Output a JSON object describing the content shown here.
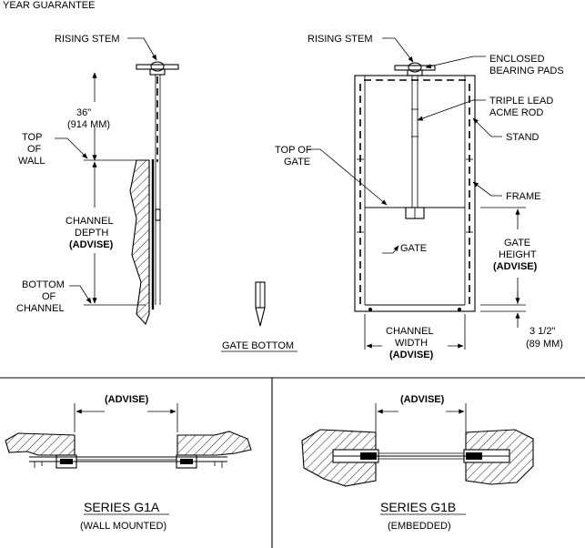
{
  "labels": {
    "year_guarantee": "YEAR GUARANTEE",
    "rising_stem_left": "RISING STEM",
    "rising_stem_right": "RISING STEM",
    "dim_36": "36\"",
    "dim_914": "(914 MM)",
    "top_of_wall_1": "TOP",
    "top_of_wall_2": "OF",
    "top_of_wall_3": "WALL",
    "channel_depth_1": "CHANNEL",
    "channel_depth_2": "DEPTH",
    "channel_depth_3": "(ADVISE)",
    "bottom_channel_1": "BOTTOM",
    "bottom_channel_2": "OF",
    "bottom_channel_3": "CHANNEL",
    "gate_bottom": "GATE BOTTOM",
    "enclosed_1": "ENCLOSED",
    "enclosed_2": "BEARING PADS",
    "acme_1": "TRIPLE LEAD",
    "acme_2": "ACME ROD",
    "stand": "STAND",
    "top_of_gate_1": "TOP OF",
    "top_of_gate_2": "GATE",
    "frame": "FRAME",
    "gate": "GATE",
    "gate_height_1": "GATE",
    "gate_height_2": "HEIGHT",
    "gate_height_3": "(ADVISE)",
    "channel_width_1": "CHANNEL",
    "channel_width_2": "WIDTH",
    "channel_width_3": "(ADVISE)",
    "dim_35": "3 1/2\"",
    "dim_89": "(89 MM)"
  },
  "series": {
    "g1a_advise": "(ADVISE)",
    "g1a_title": "SERIES G1A",
    "g1a_sub": "(WALL MOUNTED)",
    "g1b_advise": "(ADVISE)",
    "g1b_title": "SERIES G1B",
    "g1b_sub": "(EMBEDDED)"
  }
}
